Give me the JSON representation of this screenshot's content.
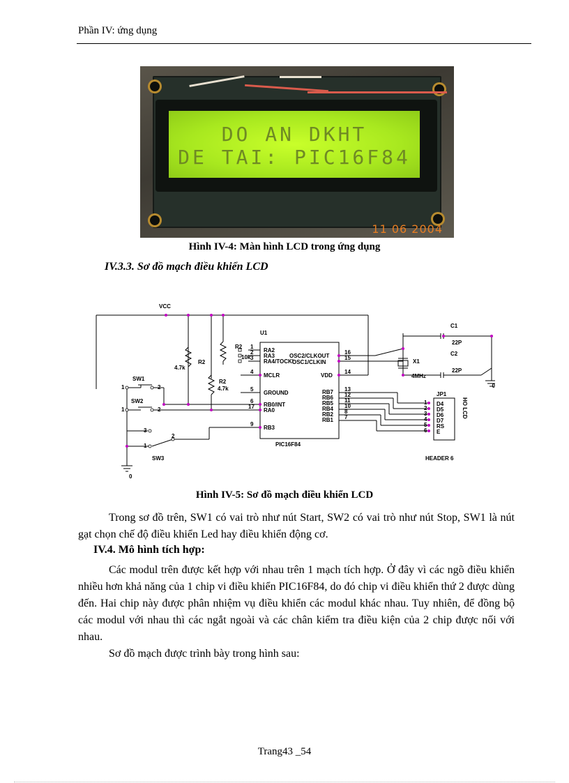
{
  "header": {
    "title": "Phần IV: ứng dụng"
  },
  "photo": {
    "lcd_line1": "DO AN DKHT",
    "lcd_line2": "DE TAI: PIC16F84",
    "date_stamp": "11 06 2004"
  },
  "figure1": {
    "label": "Hình  IV-4:",
    "text": " Màn hình LCD trong ứng dụng"
  },
  "section": {
    "title": "IV.3.3.  Sơ đồ mạch điều khiển LCD"
  },
  "schematic": {
    "vcc": "VCC",
    "u1": "U1",
    "r2a": "R2",
    "r2a_val": "4.7k",
    "r2b": "R2",
    "r2c": "R2",
    "r2c_val": "4.7k",
    "r2d": "R2",
    "r2d_val": "10k",
    "sw1": "SW1",
    "sw2": "SW2",
    "sw3": "SW3",
    "pins_left": [
      {
        "num": "1",
        "name": "RA2"
      },
      {
        "num": "2",
        "name": "RA3"
      },
      {
        "num": "3",
        "name": "RA4/TOCKI"
      },
      {
        "num": "4",
        "name": "MCLR"
      },
      {
        "num": "5",
        "name": "GROUND"
      },
      {
        "num": "6",
        "name": "RB0/INT"
      },
      {
        "num": "17",
        "name": "RA0"
      },
      {
        "num": "9",
        "name": "RB3"
      }
    ],
    "pins_right": [
      {
        "num": "16",
        "name": "OSC2/CLKOUT"
      },
      {
        "num": "15",
        "name": "OSC1/CLKIN"
      },
      {
        "num": "14",
        "name": "VDD"
      },
      {
        "num": "13",
        "name": "RB7"
      },
      {
        "num": "12",
        "name": "RB6"
      },
      {
        "num": "11",
        "name": "RB5"
      },
      {
        "num": "10",
        "name": "RB4"
      },
      {
        "num": "8",
        "name": "RB2"
      },
      {
        "num": "7",
        "name": "RB1"
      }
    ],
    "chip_name": "PIC16F84",
    "x1": "X1",
    "x1_val": "4MHz",
    "c1": "C1",
    "c1_val": "22P",
    "c2": "C2",
    "c2_val": "22P",
    "jp1": "JP1",
    "header_pins": [
      {
        "num": "1",
        "name": "D4"
      },
      {
        "num": "2",
        "name": "D5"
      },
      {
        "num": "3",
        "name": "D6"
      },
      {
        "num": "4",
        "name": "D7"
      },
      {
        "num": "5",
        "name": "RS"
      },
      {
        "num": "6",
        "name": "E"
      }
    ],
    "header_name": "HEADER 6",
    "side_label": "HO LCD",
    "gnd1": "0",
    "gnd2": "0",
    "sw_pins": [
      "1",
      "2",
      "1",
      "2",
      "3",
      "1",
      "2"
    ]
  },
  "figure2": {
    "label": "Hình  IV-5:",
    "text": " Sơ đồ mạch điều khiển LCD"
  },
  "para1": "Trong sơ đồ trên, SW1 có vai trò như nút Start, SW2 có vai trò như nút Stop, SW1 là nút gạt chọn chế độ điều khiển Led hay điều khiển động cơ.",
  "heading2": "IV.4. Mô hình tích hợp:",
  "para2": "Các modul trên được kết hợp với nhau trên 1 mạch tích hợp. Ở đây vì các ngõ điều khiển nhiều hơn khả năng của 1 chip vi điều khiển PIC16F84, do đó chip vi điều khiển thứ 2 được dùng đến. Hai chip này được phân nhiệm vụ điều khiển các modul khác nhau. Tuy nhiên, để đồng bộ các modul với nhau thì các ngắt ngoài và các chân kiểm tra điều kiện của 2 chip được nối với nhau.",
  "para3": "Sơ đồ mạch được trình bày trong hình sau:",
  "footer": {
    "page": "Trang43 _54"
  }
}
